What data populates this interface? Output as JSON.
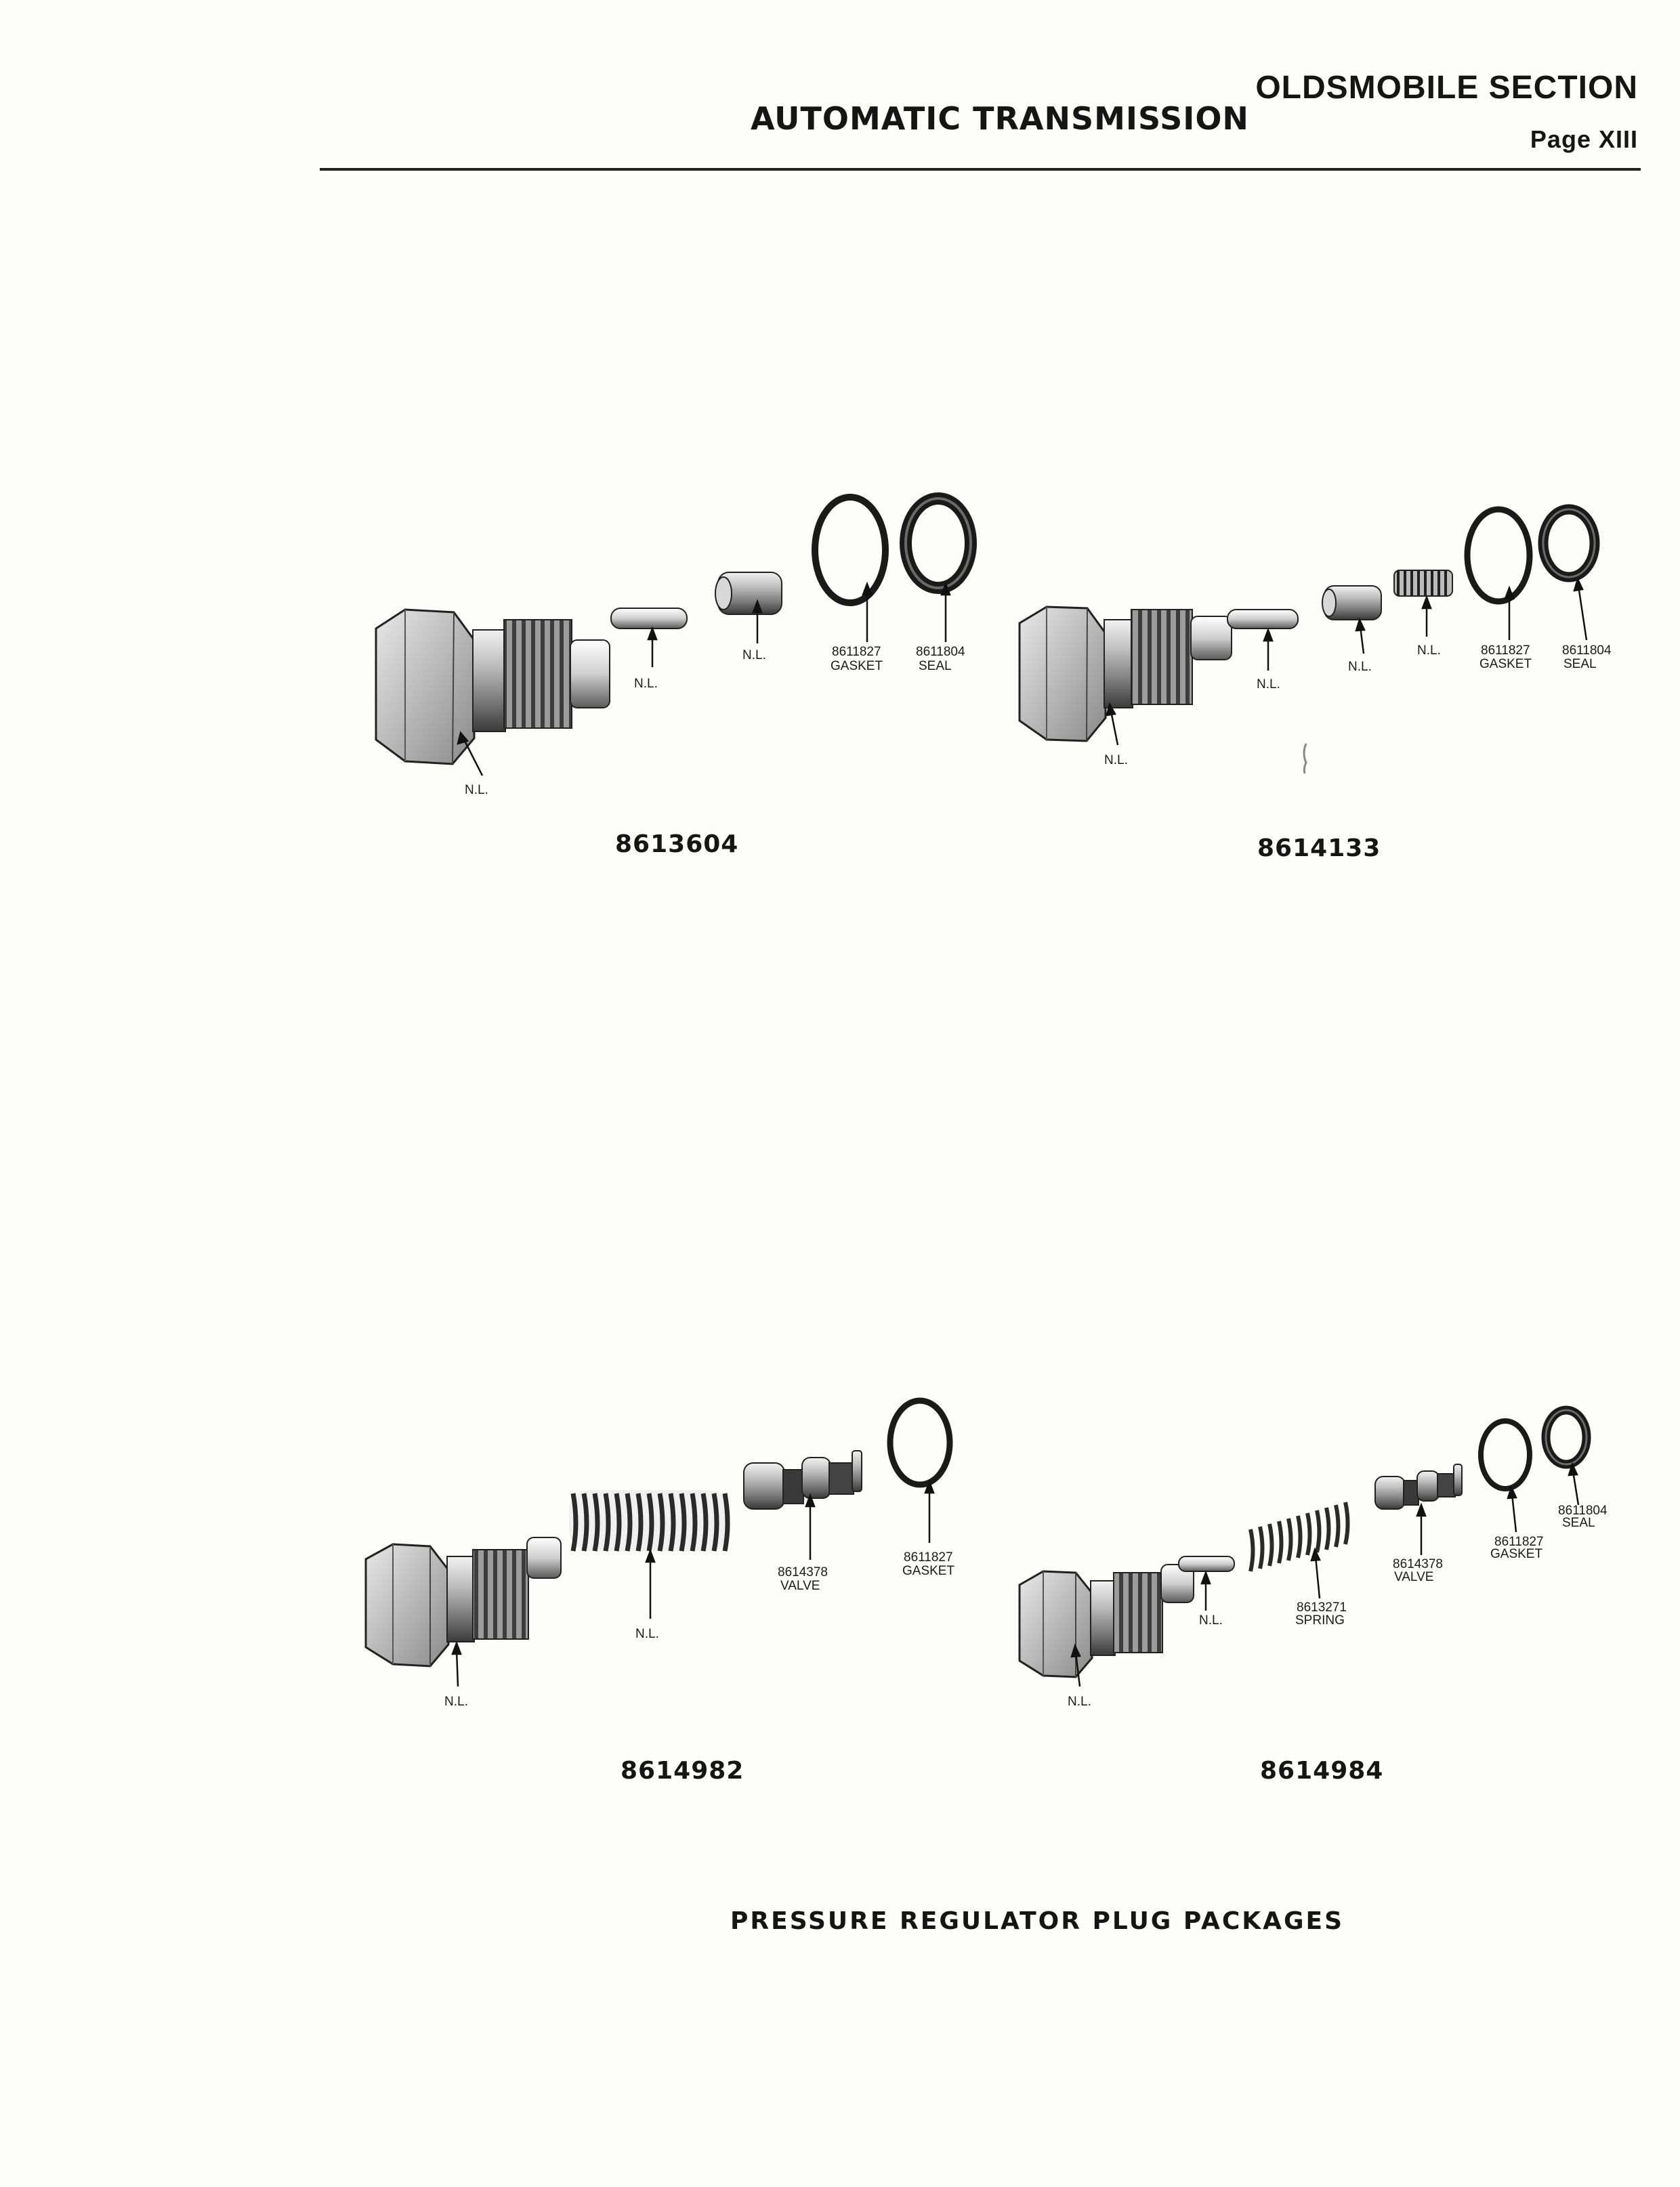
{
  "header": {
    "title": "AUTOMATIC TRANSMISSION",
    "section": "OLDSMOBILE SECTION",
    "page": "Page XIII"
  },
  "packages": [
    {
      "number": "8613604",
      "labels": {
        "plug": "N.L.",
        "pin": "N.L.",
        "valve": "N.L.",
        "gasket_no": "8611827",
        "gasket": "GASKET",
        "seal_no": "8611804",
        "seal": "SEAL"
      }
    },
    {
      "number": "8614133",
      "labels": {
        "plug": "N.L.",
        "pin": "N.L.",
        "valve": "N.L.",
        "spring": "N.L.",
        "gasket_no": "8611827",
        "gasket": "GASKET",
        "seal_no": "8611804",
        "seal": "SEAL"
      }
    },
    {
      "number": "8614982",
      "labels": {
        "plug": "N.L.",
        "spring": "N.L.",
        "valve_no": "8614378",
        "valve": "VALVE",
        "gasket_no": "8611827",
        "gasket": "GASKET"
      }
    },
    {
      "number": "8614984",
      "labels": {
        "plug": "N.L.",
        "pin": "N.L.",
        "spring_no": "8613271",
        "spring": "SPRING",
        "valve_no": "8614378",
        "valve": "VALVE",
        "gasket_no": "8611827",
        "gasket": "GASKET",
        "seal_no": "8611804",
        "seal": "SEAL"
      }
    }
  ],
  "caption": "PRESSURE REGULATOR PLUG PACKAGES"
}
